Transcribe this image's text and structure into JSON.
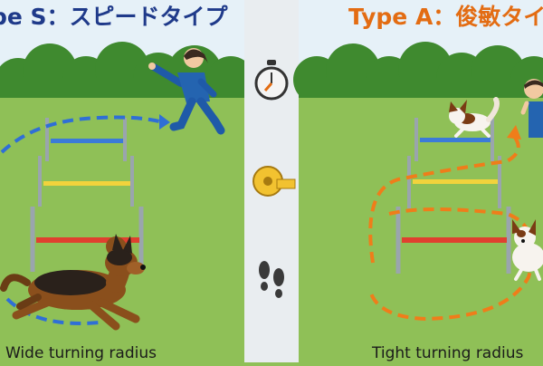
{
  "left_panel": {
    "title": "pe S：スピードタイプ",
    "caption": "Wide turning radius"
  },
  "right_panel": {
    "title": "Type A：俊敏タイ",
    "caption": "Tight turning radius"
  },
  "divider": {
    "icons": [
      "stopwatch-icon",
      "measuring-tape-icon",
      "footprints-icon"
    ]
  },
  "colors": {
    "left_title": "#1f3a8a",
    "right_title": "#e36c12",
    "left_path": "#2f6fd6",
    "right_path": "#ef7d1a",
    "grass": "#8fc057",
    "sky": "#e6f1f8",
    "divider": "#e9edf0",
    "bar_blue": "#3b7bd8",
    "bar_yellow": "#f2d33c",
    "bar_red": "#e0402f"
  }
}
